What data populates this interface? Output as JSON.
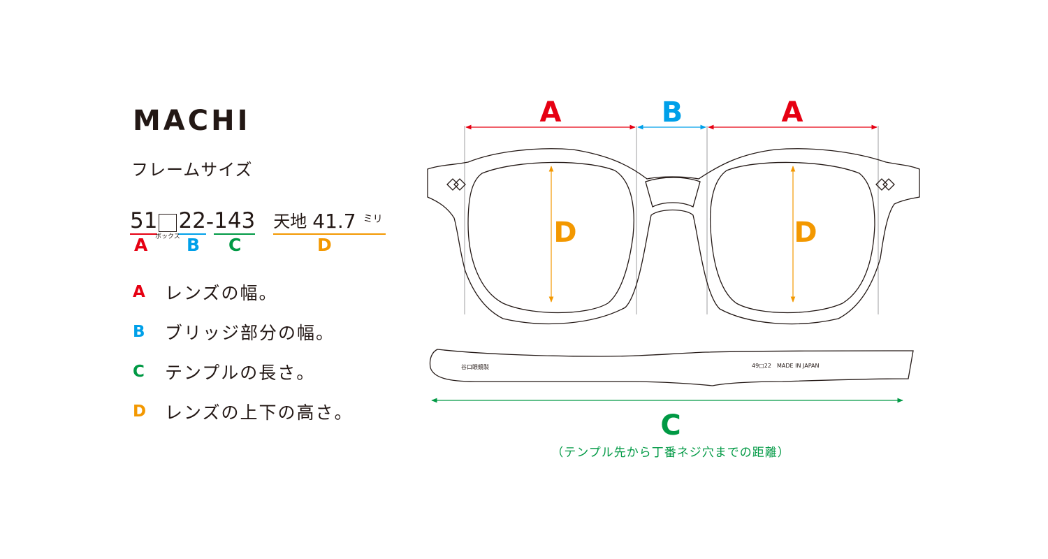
{
  "title": "MACHI",
  "subtitle": "フレームサイズ",
  "size": {
    "lens_width": "51",
    "bridge": "22",
    "temple": "143",
    "dash": "-",
    "box_note": "ボックス",
    "height_label": "天地",
    "height_value": "41.7",
    "height_unit": "ミリ"
  },
  "letters": {
    "a": "A",
    "b": "B",
    "c": "C",
    "d": "D"
  },
  "legend": [
    {
      "letter": "A",
      "text": "レンズの幅。"
    },
    {
      "letter": "B",
      "text": "ブリッジ部分の幅。"
    },
    {
      "letter": "C",
      "text": "テンプルの長さ。"
    },
    {
      "letter": "D",
      "text": "レンズの上下の高さ。"
    }
  ],
  "temple_marks": {
    "maker": "谷口眼鏡製",
    "size_code": "49□22",
    "origin": "MADE IN JAPAN"
  },
  "temple_note": "（テンプル先から丁番ネジ穴までの距離）",
  "colors": {
    "A": "#e60012",
    "B": "#00a0e9",
    "C": "#009944",
    "D": "#f39800",
    "ink": "#231815"
  }
}
